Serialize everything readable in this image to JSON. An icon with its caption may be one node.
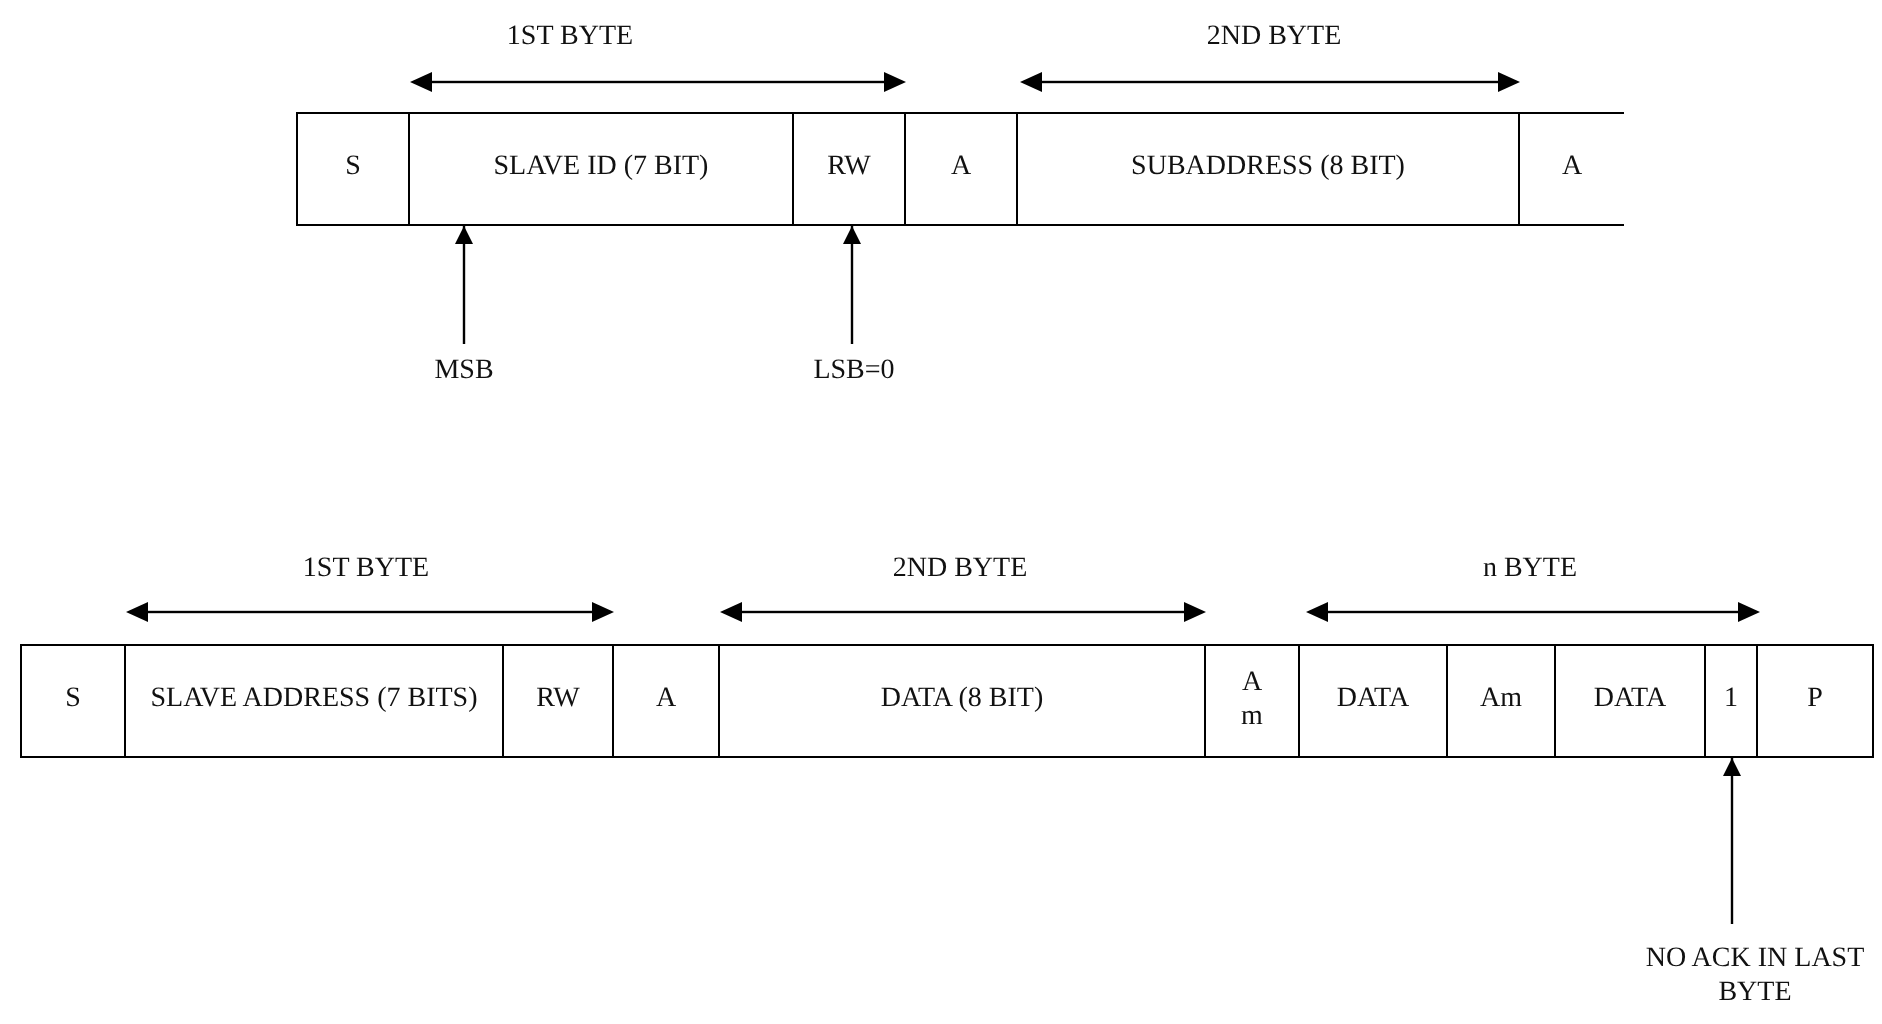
{
  "diagram": {
    "nodes": [
      {
        "text": [
          "S"
        ]
      },
      {
        "text": [
          "SLAVE ID (7 BIT)"
        ]
      },
      {
        "text": [
          "RW"
        ]
      },
      {
        "text": [
          "A"
        ]
      },
      {
        "text": [
          "SUBADDRESS (8 BIT)"
        ]
      },
      {
        "text": [
          "A"
        ]
      },
      {
        "text": [
          "MSB"
        ]
      },
      {
        "text": [
          "LSB=0"
        ]
      },
      {
        "text": [
          "S"
        ]
      },
      {
        "text": [
          "SLAVE ADDRESS (7 BITS)"
        ]
      },
      {
        "text": [
          "RW"
        ]
      },
      {
        "text": [
          "A"
        ]
      },
      {
        "text": [
          "DATA (8 BIT)"
        ]
      },
      {
        "text": [
          "A m"
        ]
      },
      {
        "text": [
          "DATA"
        ]
      },
      {
        "text": [
          "Am"
        ]
      },
      {
        "text": [
          "DATA"
        ]
      },
      {
        "text": [
          "1"
        ]
      },
      {
        "text": [
          "P"
        ]
      },
      {
        "text": [
          "NO ACK IN LAST BYTE"
        ]
      }
    ],
    "edges": [
      {
        "from": 6,
        "to": 1,
        "arrow": "to"
      },
      {
        "from": 7,
        "to": 2,
        "arrow": "to"
      },
      {
        "from": 19,
        "to": 17,
        "arrow": "to"
      }
    ],
    "labels": [
      "1ST BYTE",
      "2ND BYTE",
      "1ST BYTE",
      "2ND BYTE",
      "n BYTE"
    ]
  }
}
